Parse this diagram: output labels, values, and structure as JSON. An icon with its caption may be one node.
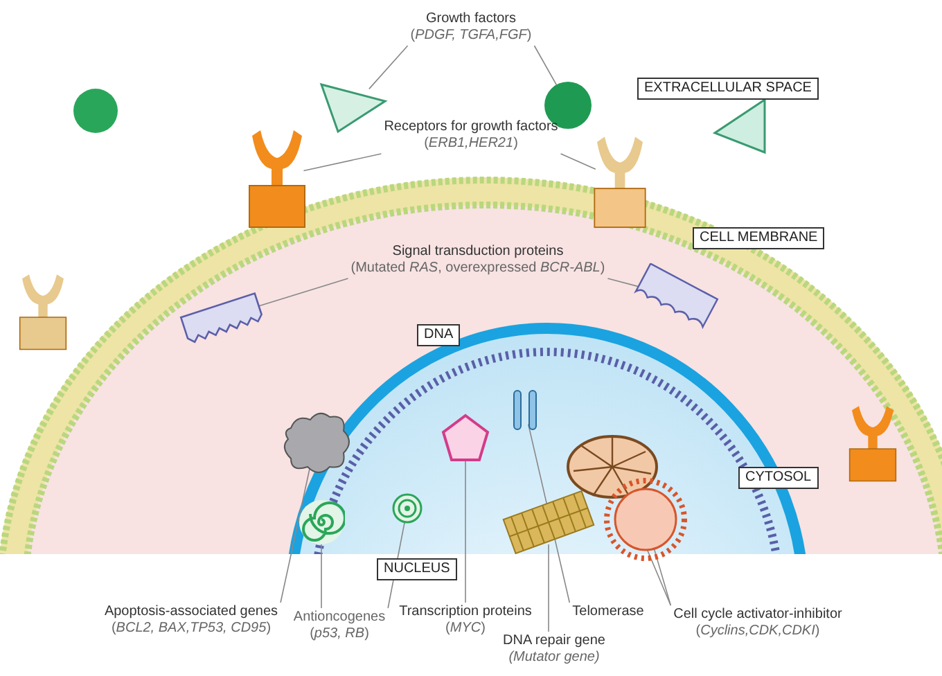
{
  "diagram": {
    "nodes": [
      {
        "text": [
          "Growth factors",
          "(*PDGF, TGFA,FGF*)"
        ]
      },
      {
        "text": [],
        "shape": "triangle"
      },
      {
        "text": [],
        "shape": "circle"
      },
      {
        "text": [
          "EXTRACELLULAR SPACE"
        ]
      },
      {
        "text": [
          "Receptors for growth factors",
          "(*ERB1,HER21*)"
        ]
      },
      {
        "text": [],
        "shape": "picture"
      },
      {
        "text": [],
        "shape": "picture"
      },
      {
        "text": [
          "CELL MEMBRANE"
        ]
      },
      {
        "text": [
          "Signal transduction proteins",
          "(Mutated *RAS*, overexpressed *BCR-ABL*)"
        ]
      },
      {
        "text": [],
        "shape": "picture"
      },
      {
        "text": [],
        "shape": "picture"
      },
      {
        "text": [
          "DNA"
        ]
      },
      {
        "text": [
          "CYTOSOL"
        ]
      },
      {
        "text": [
          "NUCLEUS"
        ]
      },
      {
        "text": [
          "Apoptosis-associated genes",
          "(*BCL2, BAX,TP53, CD95*)"
        ]
      },
      {
        "text": [],
        "shape": "picture"
      },
      {
        "text": [
          "Antioncogenes",
          "(*p53, RB*)"
        ]
      },
      {
        "text": [],
        "shape": "picture"
      },
      {
        "text": [],
        "shape": "picture"
      },
      {
        "text": [
          "Transcription proteins",
          "(*MYC*)"
        ]
      },
      {
        "text": [],
        "shape": "picture"
      },
      {
        "text": [
          "Telomerase"
        ]
      },
      {
        "text": [],
        "shape": "picture"
      },
      {
        "text": [
          "DNA repair gene",
          "(Mutator gene)"
        ]
      },
      {
        "text": [],
        "shape": "picture"
      },
      {
        "text": [
          "Cell cycle activator-inhibitor",
          "(*Cyclins,CDK,CDKI*)"
        ]
      },
      {
        "text": [],
        "shape": "picture"
      },
      {
        "text": [],
        "shape": "picture"
      }
    ],
    "edges": [
      {
        "from": 0,
        "to": 1,
        "arrow": "none"
      },
      {
        "from": 0,
        "to": 2,
        "arrow": "none"
      },
      {
        "from": 4,
        "to": 5,
        "arrow": "none"
      },
      {
        "from": 4,
        "to": 6,
        "arrow": "none"
      },
      {
        "from": 8,
        "to": 9,
        "arrow": "none"
      },
      {
        "from": 8,
        "to": 10,
        "arrow": "none"
      },
      {
        "from": 14,
        "to": 15,
        "arrow": "none"
      },
      {
        "from": 16,
        "to": 17,
        "arrow": "none"
      },
      {
        "from": 16,
        "to": 18,
        "arrow": "none"
      },
      {
        "from": 19,
        "to": 20,
        "arrow": "none"
      },
      {
        "from": 21,
        "to": 22,
        "arrow": "none"
      },
      {
        "from": 23,
        "to": 24,
        "arrow": "none"
      },
      {
        "from": 25,
        "to": 26,
        "arrow": "none"
      },
      {
        "from": 25,
        "to": 27,
        "arrow": "none"
      }
    ]
  }
}
